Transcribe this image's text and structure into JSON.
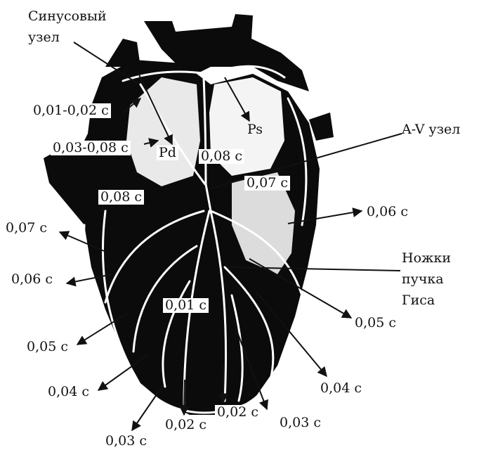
{
  "labels": {
    "sinus_node": "Синусовый\nузел",
    "t_001_002": "0,01-0,02 с",
    "t_003_008": "0,03-0,08 с",
    "pd": "Pd",
    "ps": "Ps",
    "t_008_upper": "0,08 с",
    "t_008_left": "0,08 с",
    "av_node": "A-V узел",
    "t_007_av": "0,07 с",
    "t_006_right": "0,06 с",
    "t_007_left": "0,07 с",
    "t_006_left": "0,06 с",
    "his_bundle": "Ножки\nпучка\nГиса",
    "t_001_center": "0,01 с",
    "t_005_left": "0,05 с",
    "t_005_right": "0,05 с",
    "t_004_left": "0,04 с",
    "t_004_right": "0,04 с",
    "t_002_bottom": "0,02 с",
    "t_002_center": "0,02 с",
    "t_003_right": "0,03 с",
    "t_003_bottom": "0,03 с"
  },
  "colors": {
    "heart": "#0b0b0b",
    "conduction": "#ffffff",
    "ink": "#111111"
  }
}
